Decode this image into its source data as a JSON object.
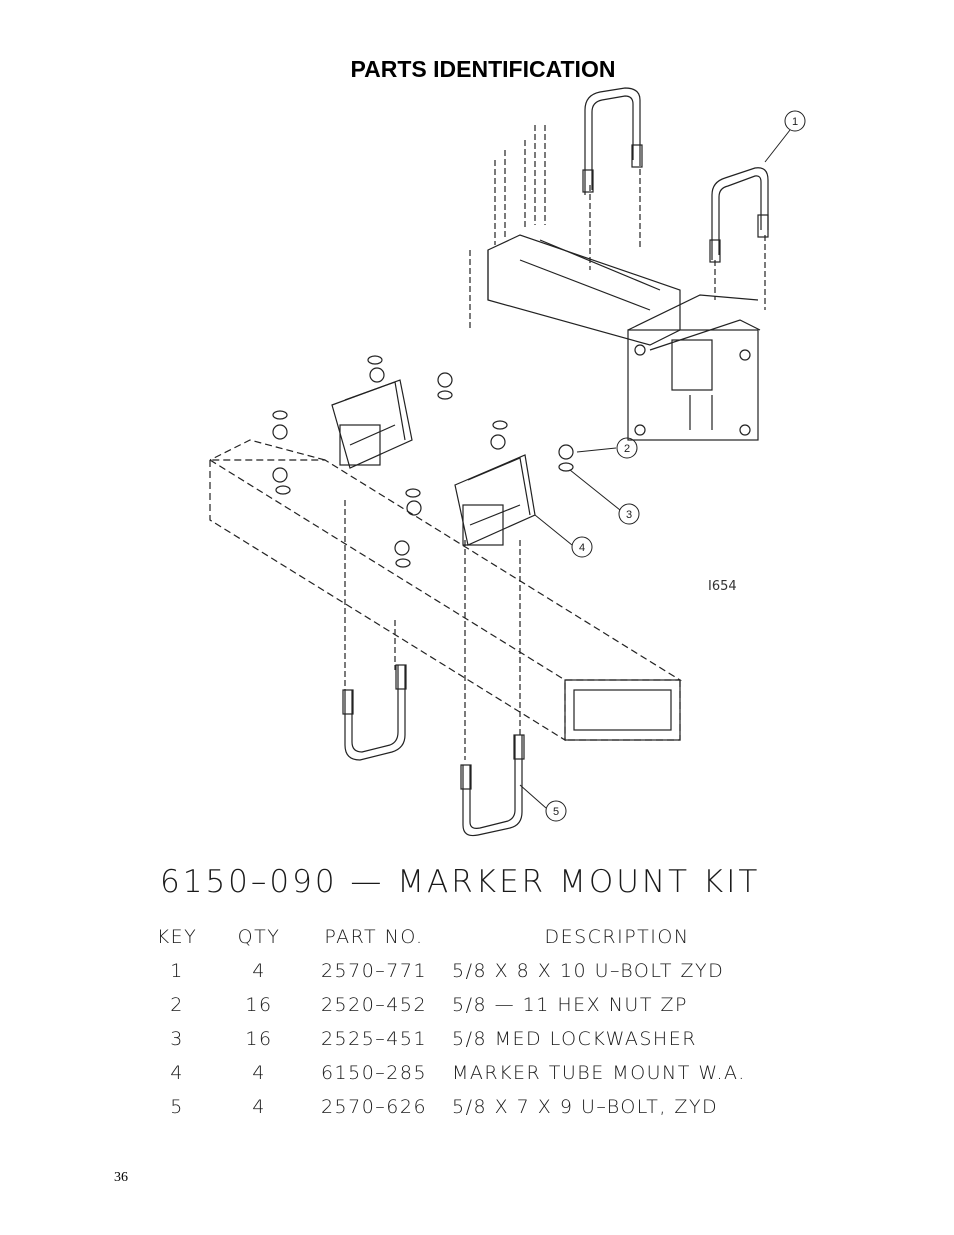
{
  "page_title": "PARTS IDENTIFICATION",
  "figure_code": "I654",
  "kit_title": "6150–090 — MARKER MOUNT KIT",
  "table": {
    "headers": [
      "KEY",
      "QTY",
      "PART NO.",
      "DESCRIPTION"
    ],
    "rows": [
      {
        "key": "1",
        "qty": "4",
        "part": "2570–771",
        "desc": "5/8 X 8 X 10 U–BOLT ZYD"
      },
      {
        "key": "2",
        "qty": "16",
        "part": "2520–452",
        "desc": "5/8 — 11 HEX NUT ZP"
      },
      {
        "key": "3",
        "qty": "16",
        "part": "2525–451",
        "desc": "5/8 MED LOCKWASHER"
      },
      {
        "key": "4",
        "qty": "4",
        "part": "6150–285",
        "desc": "MARKER TUBE MOUNT W.A."
      },
      {
        "key": "5",
        "qty": "4",
        "part": "2570–626",
        "desc": "5/8 X 7 X 9 U–BOLT, ZYD"
      }
    ]
  },
  "callouts": [
    "1",
    "2",
    "3",
    "4",
    "5"
  ],
  "page_number": "36"
}
